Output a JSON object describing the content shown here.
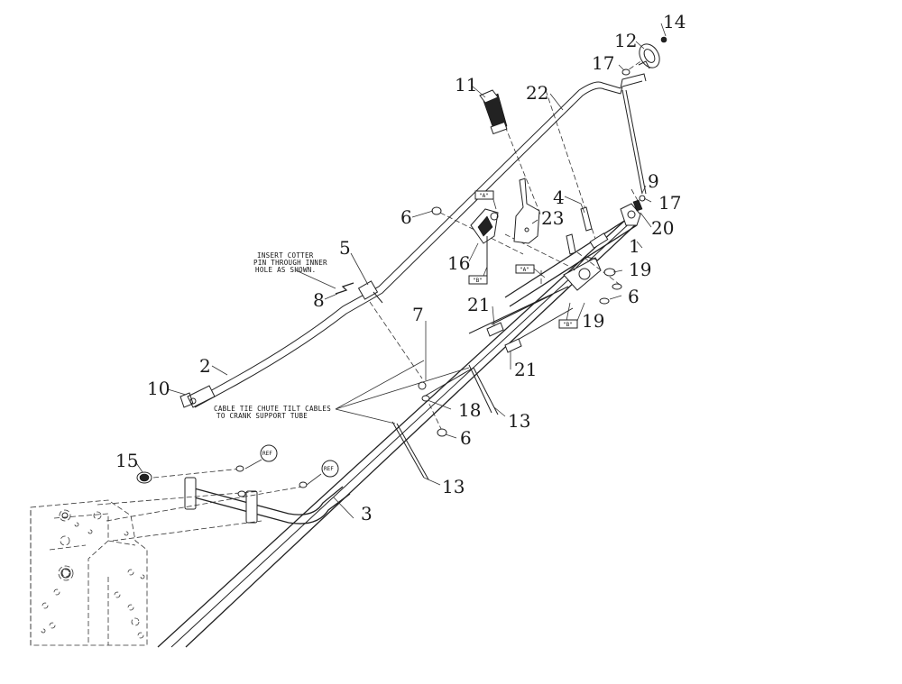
{
  "callouts": [
    {
      "id": "c1",
      "text": "1"
    },
    {
      "id": "c2",
      "text": "2"
    },
    {
      "id": "c3",
      "text": "3"
    },
    {
      "id": "c4",
      "text": "4"
    },
    {
      "id": "c5",
      "text": "5"
    },
    {
      "id": "c6a",
      "text": "6"
    },
    {
      "id": "c6b",
      "text": "6"
    },
    {
      "id": "c6c",
      "text": "6"
    },
    {
      "id": "c7",
      "text": "7"
    },
    {
      "id": "c8",
      "text": "8"
    },
    {
      "id": "c9",
      "text": "9"
    },
    {
      "id": "c10",
      "text": "10"
    },
    {
      "id": "c11",
      "text": "11"
    },
    {
      "id": "c12",
      "text": "12"
    },
    {
      "id": "c13a",
      "text": "13"
    },
    {
      "id": "c13b",
      "text": "13"
    },
    {
      "id": "c14",
      "text": "14"
    },
    {
      "id": "c15",
      "text": "15"
    },
    {
      "id": "c16",
      "text": "16"
    },
    {
      "id": "c17a",
      "text": "17"
    },
    {
      "id": "c17b",
      "text": "17"
    },
    {
      "id": "c18",
      "text": "18"
    },
    {
      "id": "c19a",
      "text": "19"
    },
    {
      "id": "c19b",
      "text": "19"
    },
    {
      "id": "c20",
      "text": "20"
    },
    {
      "id": "c21a",
      "text": "21"
    },
    {
      "id": "c21b",
      "text": "21"
    },
    {
      "id": "c22",
      "text": "22"
    },
    {
      "id": "c23",
      "text": "23"
    }
  ],
  "notes": {
    "cotter": [
      "INSERT COTTER",
      "PIN THROUGH INNER",
      "HOLE AS SHOWN."
    ],
    "cable_tie": [
      "CABLE TIE CHUTE TILT CABLES",
      "TO CRANK SUPPORT TUBE"
    ]
  },
  "tags": {
    "a1": "\"A\"",
    "a2": "\"A\"",
    "b1": "\"B\"",
    "b2": "\"B\"",
    "ref1": "REF",
    "ref2": "REF"
  }
}
